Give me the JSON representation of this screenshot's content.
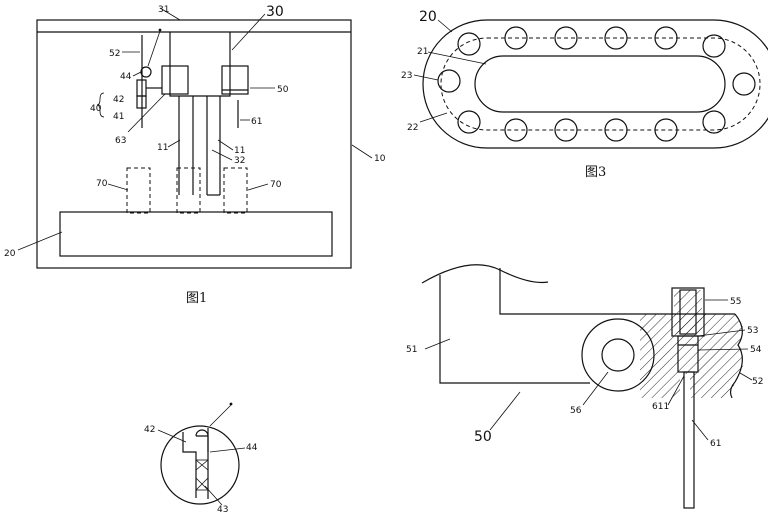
{
  "figures": {
    "fig1": {
      "caption": "图1",
      "labels": {
        "l31": "31",
        "l30": "30",
        "l52": "52",
        "l44": "44",
        "l50": "50",
        "l42": "42",
        "l40": "40",
        "l41": "41",
        "l61": "61",
        "l63": "63",
        "l11a": "11",
        "l11b": "11",
        "l32": "32",
        "l10": "10",
        "l70a": "70",
        "l70b": "70",
        "l20": "20"
      }
    },
    "fig3": {
      "caption": "图3",
      "labels": {
        "l20": "20",
        "l21": "21",
        "l23": "23",
        "l22": "22"
      }
    },
    "detail": {
      "labels": {
        "l55": "55",
        "l53": "53",
        "l54": "54",
        "l51": "51",
        "l52": "52",
        "l56": "56",
        "l611": "611",
        "l61": "61",
        "l50": "50"
      }
    },
    "inset": {
      "labels": {
        "l42": "42",
        "l44": "44",
        "l43": "43"
      }
    }
  }
}
